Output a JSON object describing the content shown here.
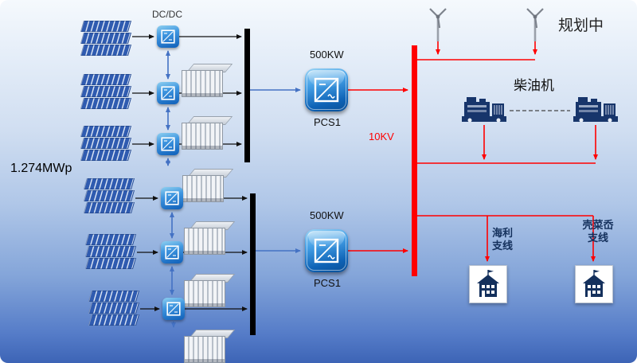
{
  "labels": {
    "dcdc_converter": "DC/DC",
    "pv_capacity": "1.274MWp",
    "bus_voltage": "10KV",
    "planned_status": "规划中",
    "diesel_generator": "柴油机"
  },
  "pcs_units": [
    {
      "power": "500KW",
      "name": "PCS1"
    },
    {
      "power": "500KW",
      "name": "PCS1"
    }
  ],
  "feeders": [
    {
      "line1": "海利",
      "line2": "支线"
    },
    {
      "line1": "壳菜岙",
      "line2": "支线"
    }
  ],
  "colors": {
    "ac_bus": "#ff0000",
    "dc_bus": "#000000",
    "dc_link_arrow": "#4472c4",
    "line_black": "#111111"
  }
}
